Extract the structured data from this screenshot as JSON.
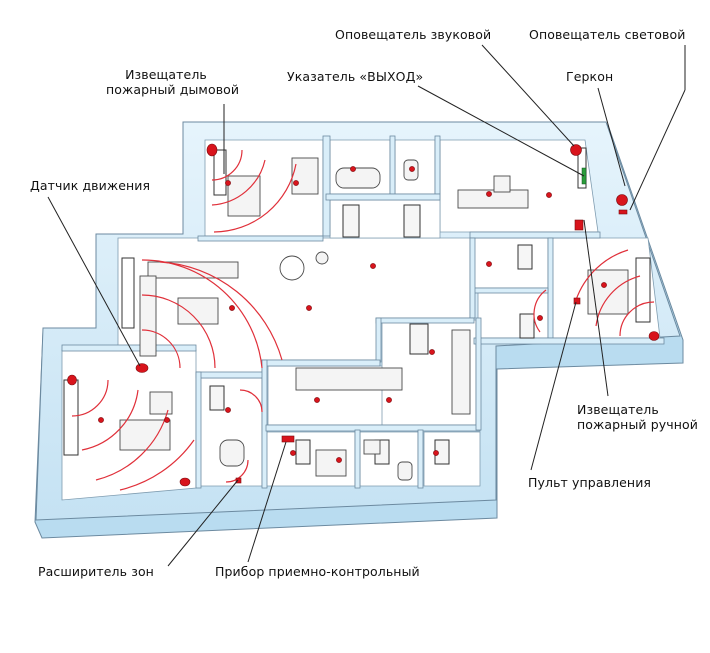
{
  "labels": {
    "siren": "Оповещатель звуковой",
    "strobe": "Оповещатель световой",
    "smoke_line1": "Извещатель",
    "smoke_line2": "пожарный дымовой",
    "exit_sign": "Указатель «ВЫХОД»",
    "reed_switch": "Геркон",
    "motion": "Датчик движения",
    "manual_line1": "Извещатель",
    "manual_line2": "пожарный ручной",
    "control_panel": "Пульт управления",
    "zone_expander": "Расширитель зон",
    "control_unit": "Прибор приемно-контрольный"
  },
  "colors": {
    "wall_top": "#dff0fa",
    "wall_side": "#b8dcf0",
    "wall_outline": "#6c8aa0",
    "floor": "#ffffff",
    "sensor": "#d8141c",
    "detection_arc": "#e0303a",
    "leader_line": "#222222",
    "furniture": "#4a4a4a"
  }
}
